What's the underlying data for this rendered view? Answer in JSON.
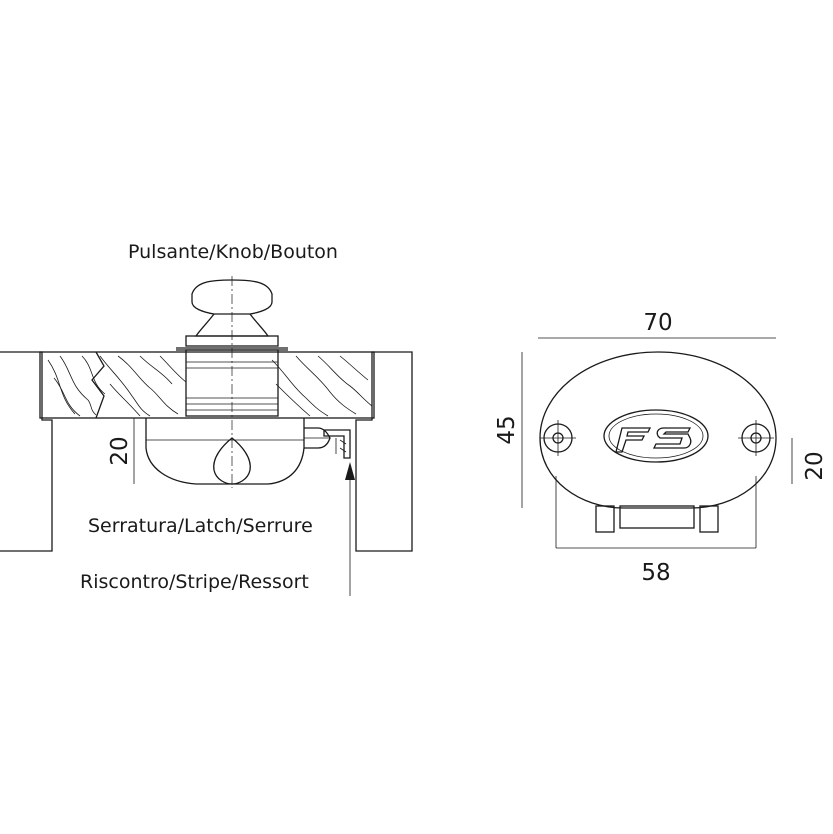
{
  "labels": {
    "knob": "Pulsante/Knob/Bouton",
    "latch": "Serratura/Latch/Serrure",
    "stripe": "Riscontro/Stripe/Ressort"
  },
  "dimensions": {
    "latch_height": "20",
    "width_top": "70",
    "height_left": "45",
    "height_right": "20",
    "width_bottom": "58"
  },
  "logo": {
    "text": "FS"
  }
}
